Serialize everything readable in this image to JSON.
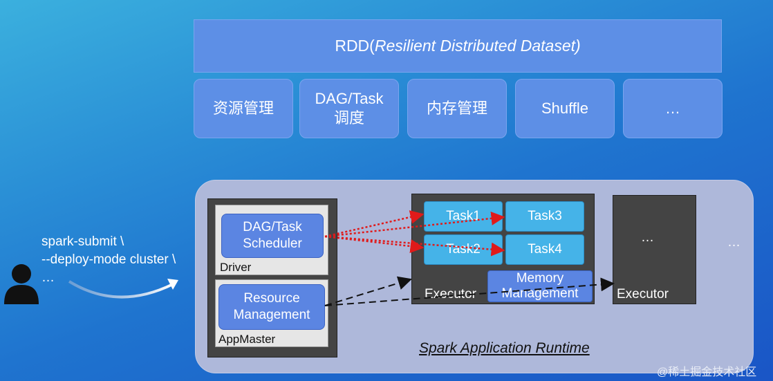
{
  "rdd": {
    "prefix": "RDD(",
    "italic": "Resilient Distributed Dataset)"
  },
  "modules": [
    "资源管理",
    "DAG/Task\n调度",
    "内存管理",
    "Shuffle",
    "…"
  ],
  "command": {
    "line1": "spark-submit \\",
    "line2": "--deploy-mode cluster \\",
    "line3": "…"
  },
  "driver": {
    "scheduler_line1": "DAG/Task",
    "scheduler_line2": "Scheduler",
    "label": "Driver"
  },
  "appmaster": {
    "res_line1": "Resource",
    "res_line2": "Management",
    "label": "AppMaster"
  },
  "executor1": {
    "tasks": [
      "Task1",
      "Task3",
      "Task2",
      "Task4"
    ],
    "label": "Executor",
    "mem_line1": "Memory",
    "mem_line2": "Management"
  },
  "executor2": {
    "ellipsis": "…",
    "label": "Executor"
  },
  "outer_ellipsis": "…",
  "runtime_title": "Spark Application Runtime",
  "watermark": "@稀土掘金技术社区",
  "colors": {
    "module_blue": "#5d8fe6",
    "task_blue": "#45b3e8",
    "arrow_red": "#e01a1a",
    "runtime_bg": "#aeb8da"
  }
}
